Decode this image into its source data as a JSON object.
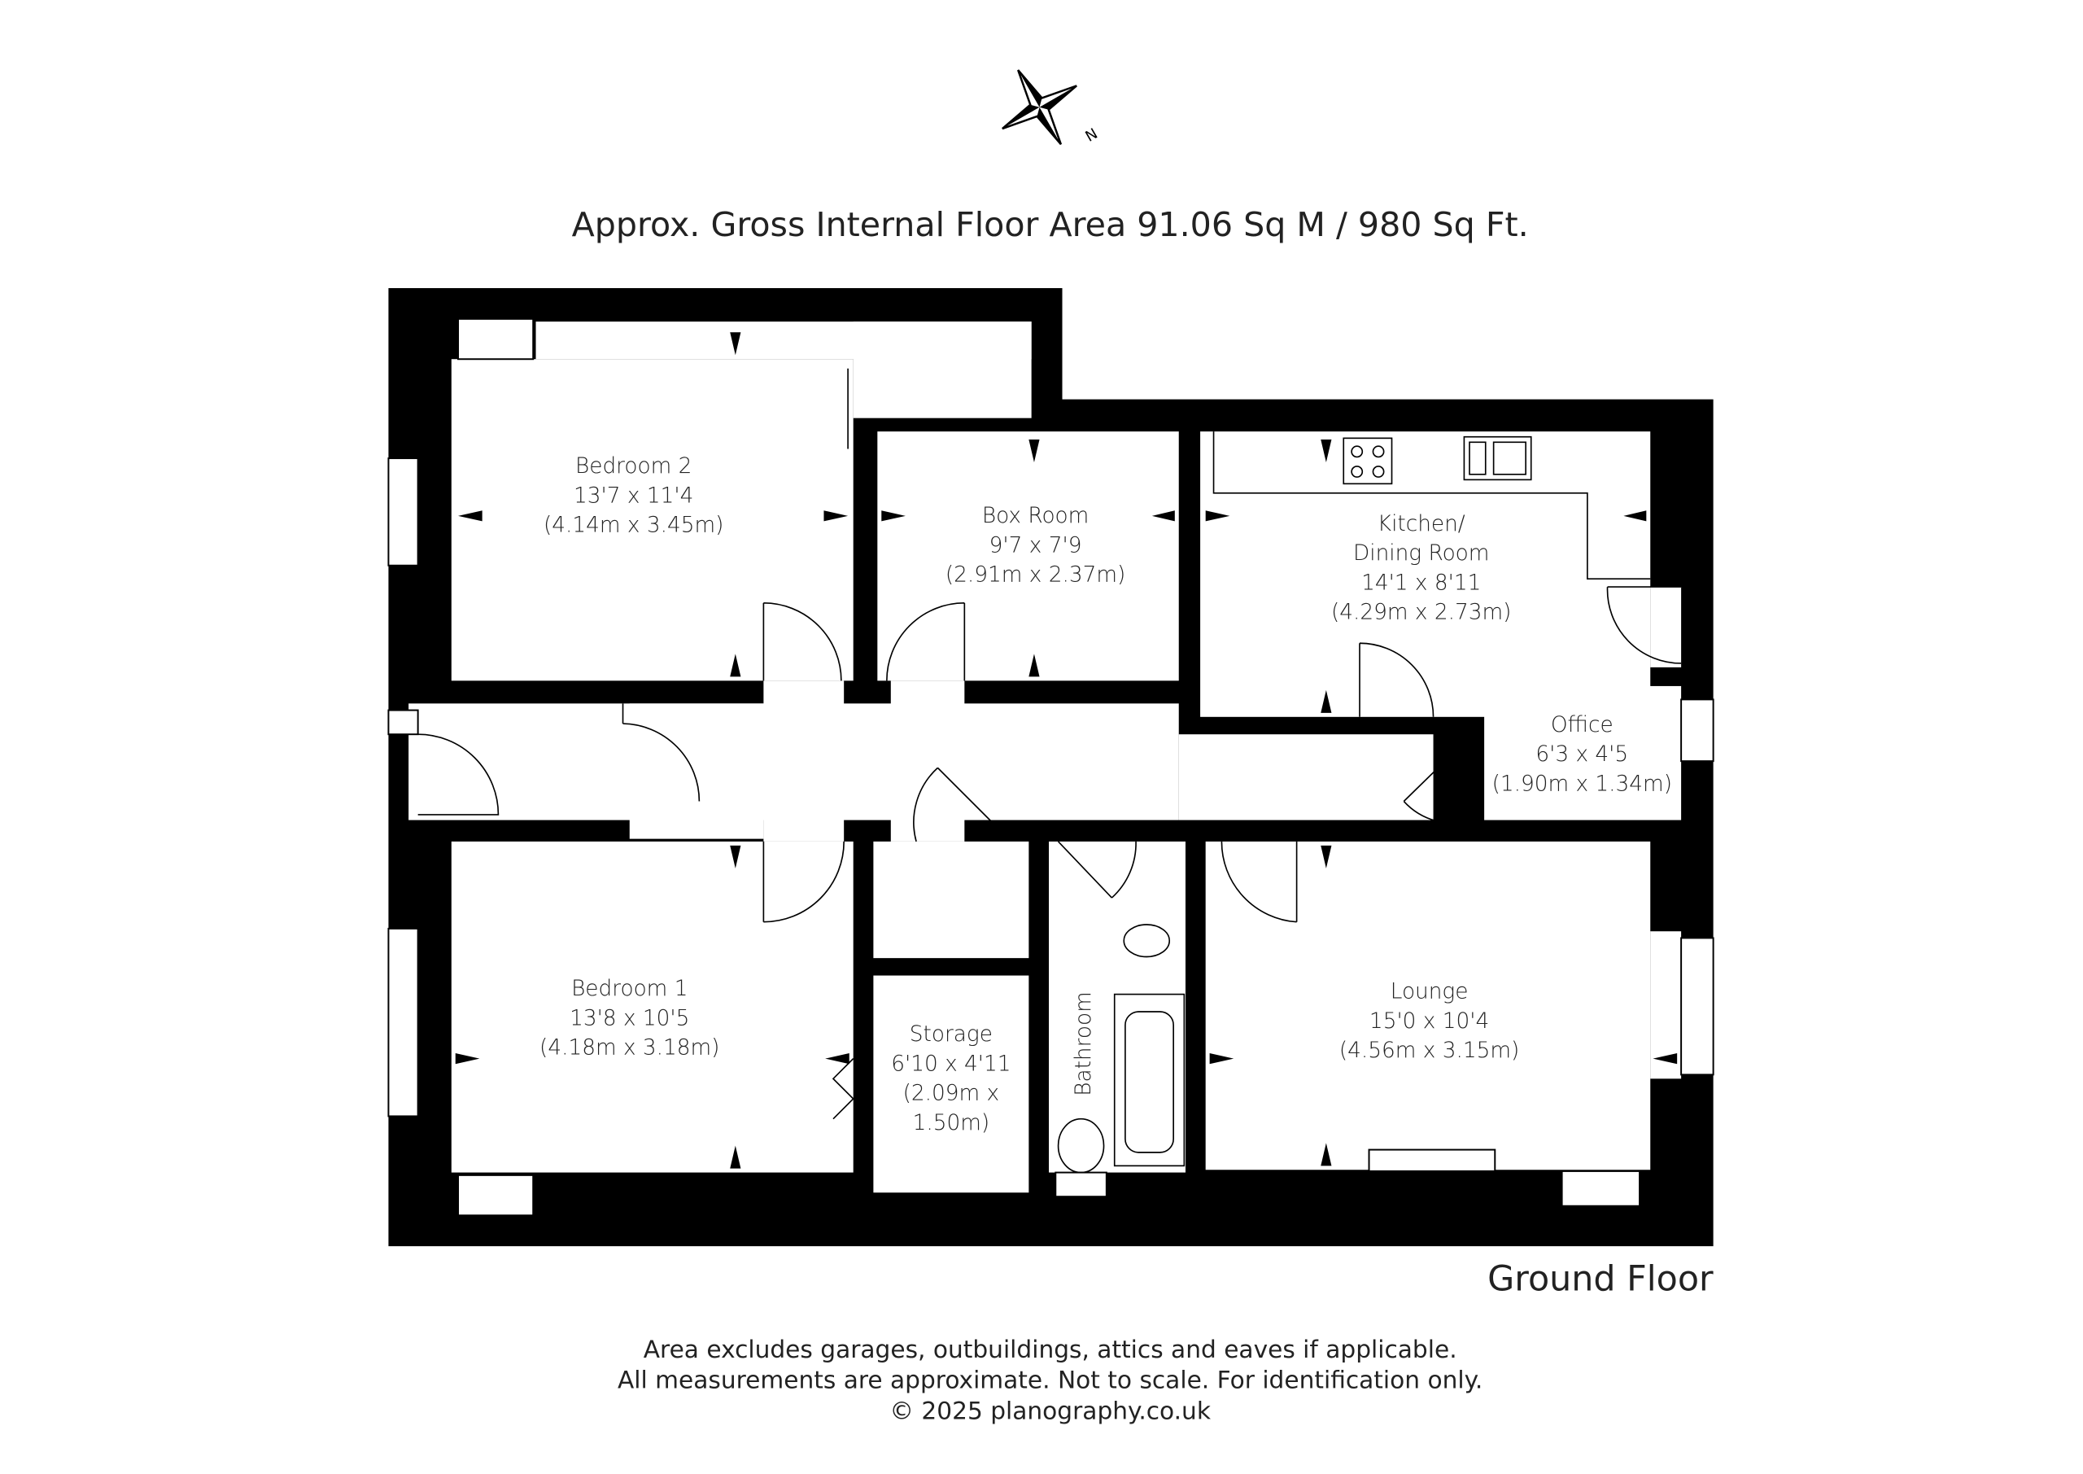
{
  "title": "Approx. Gross Internal Floor Area 91.06 Sq M / 980 Sq Ft.",
  "compass": {
    "icon": "north-compass-icon",
    "label": "N"
  },
  "floor_label": "Ground Floor",
  "rooms": {
    "bedroom2": {
      "name": "Bedroom 2",
      "imperial": "13'7 x 11'4",
      "metric": "(4.14m x 3.45m)"
    },
    "boxroom": {
      "name": "Box Room",
      "imperial": "9'7 x 7'9",
      "metric": "(2.91m x 2.37m)"
    },
    "kitchen": {
      "name1": "Kitchen/",
      "name2": "Dining Room",
      "imperial": "14'1 x 8'11",
      "metric": "(4.29m x 2.73m)"
    },
    "office": {
      "name": "Office",
      "imperial": "6'3 x 4'5",
      "metric": "(1.90m x 1.34m)"
    },
    "bedroom1": {
      "name": "Bedroom 1",
      "imperial": "13'8 x 10'5",
      "metric": "(4.18m x 3.18m)"
    },
    "storage": {
      "name": "Storage",
      "imperial": "6'10 x 4'11",
      "metric1": "(2.09m x",
      "metric2": "1.50m)"
    },
    "bathroom": {
      "name": "Bathroom"
    },
    "lounge": {
      "name": "Lounge",
      "imperial": "15'0 x 10'4",
      "metric": "(4.56m x 3.15m)"
    }
  },
  "footer": {
    "line1": "Area excludes garages, outbuildings, attics and eaves if applicable.",
    "line2": "All measurements are approximate. Not to scale. For identification only.",
    "line3": "© 2025 planography.co.uk"
  }
}
